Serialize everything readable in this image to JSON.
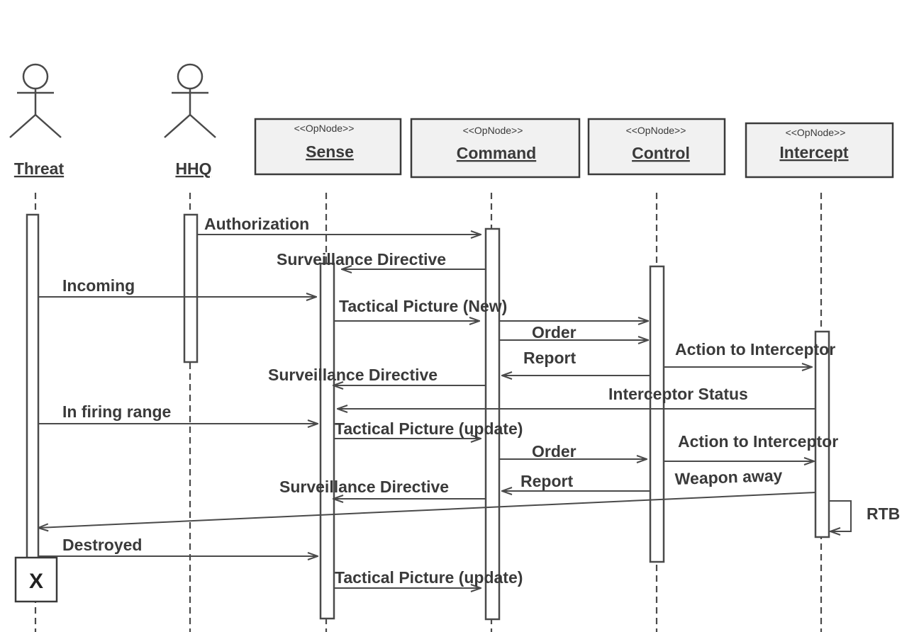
{
  "actors": [
    {
      "id": "threat",
      "name": "Threat"
    },
    {
      "id": "hhq",
      "name": "HHQ"
    }
  ],
  "nodes": [
    {
      "id": "sense",
      "stereotype": "<<OpNode>>",
      "name": "Sense"
    },
    {
      "id": "command",
      "stereotype": "<<OpNode>>",
      "name": "Command"
    },
    {
      "id": "control",
      "stereotype": "<<OpNode>>",
      "name": "Control"
    },
    {
      "id": "intercept",
      "stereotype": "<<OpNode>>",
      "name": "Intercept"
    }
  ],
  "messages": [
    {
      "from": "hhq",
      "to": "command",
      "label": "Authorization"
    },
    {
      "from": "command",
      "to": "sense",
      "label": "Surveillance Directive"
    },
    {
      "from": "threat",
      "to": "sense",
      "label": "Incoming"
    },
    {
      "from": "sense",
      "to": "command",
      "label": "Tactical Picture (New)"
    },
    {
      "from": "command",
      "to": "control",
      "label": "Order"
    },
    {
      "from": "control",
      "to": "command",
      "label": "Report"
    },
    {
      "from": "control",
      "to": "intercept",
      "label": "Action to Interceptor"
    },
    {
      "from": "command",
      "to": "sense",
      "label": "Surveillance Directive"
    },
    {
      "from": "intercept",
      "to": "sense",
      "label": "Interceptor Status"
    },
    {
      "from": "threat",
      "to": "sense",
      "label": "In firing range"
    },
    {
      "from": "sense",
      "to": "command",
      "label": "Tactical Picture (update)"
    },
    {
      "from": "command",
      "to": "control",
      "label": "Order"
    },
    {
      "from": "control",
      "to": "intercept",
      "label": "Action to Interceptor"
    },
    {
      "from": "control",
      "to": "command",
      "label": "Report"
    },
    {
      "from": "intercept",
      "to": "threat",
      "label": "Weapon away"
    },
    {
      "from": "command",
      "to": "sense",
      "label": "Surveillance Directive"
    },
    {
      "from": "intercept",
      "to": "intercept",
      "label": "RTB"
    },
    {
      "from": "threat",
      "to": "sense",
      "label": "Destroyed"
    },
    {
      "from": "sense",
      "to": "command",
      "label": "Tactical Picture (update)"
    }
  ],
  "destroy_mark": "X"
}
